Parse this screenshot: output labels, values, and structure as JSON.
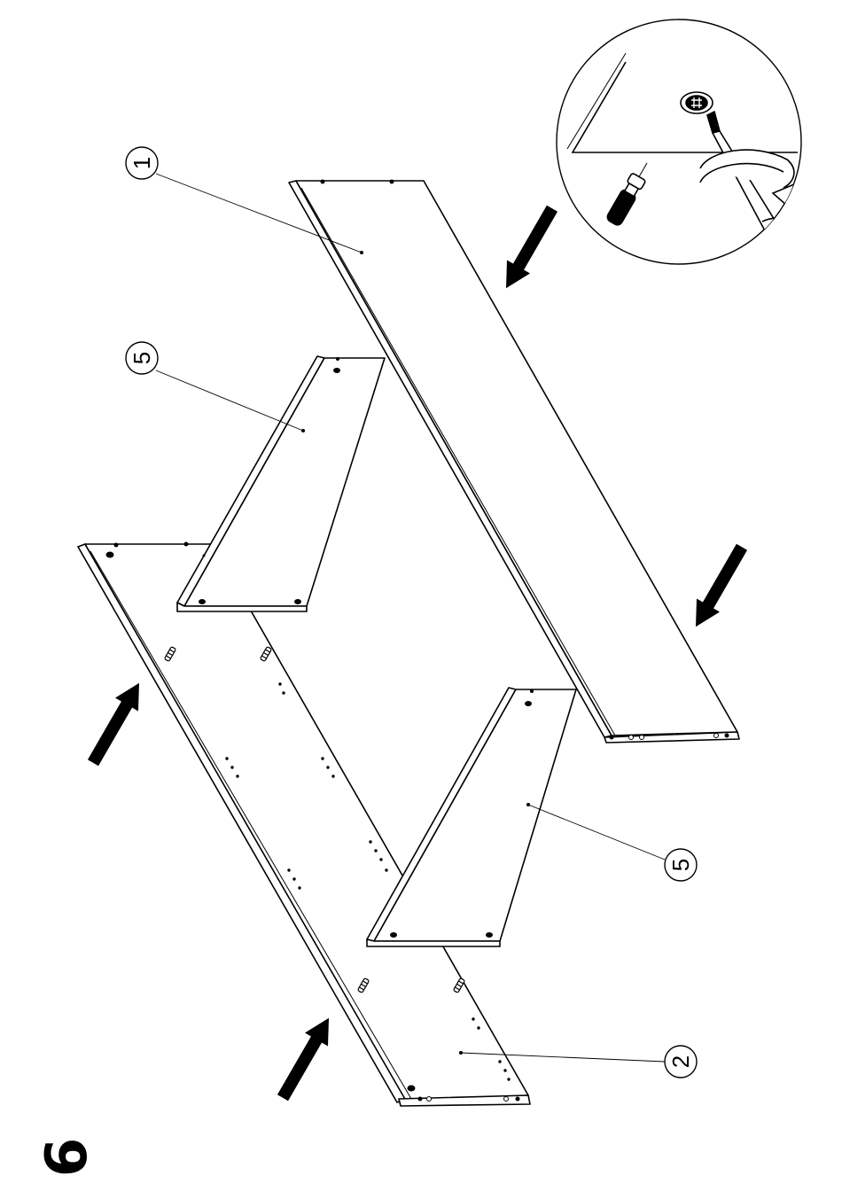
{
  "page": {
    "step_number": "6"
  },
  "parts": {
    "top_panel": {
      "label": "1"
    },
    "shelf_upper": {
      "label": "5"
    },
    "shelf_lower": {
      "label": "5"
    },
    "bottom_panel": {
      "label": "2"
    }
  },
  "detail": {
    "icons": [
      "screwdriver-icon",
      "rotation-arrow-icon",
      "wooden-dowel-icon",
      "cam-lock-icon"
    ]
  },
  "arrows": {
    "direction_top_pair": "down-left",
    "direction_bottom_pair": "up-right"
  },
  "colors": {
    "line": "#000000",
    "background": "#ffffff"
  }
}
